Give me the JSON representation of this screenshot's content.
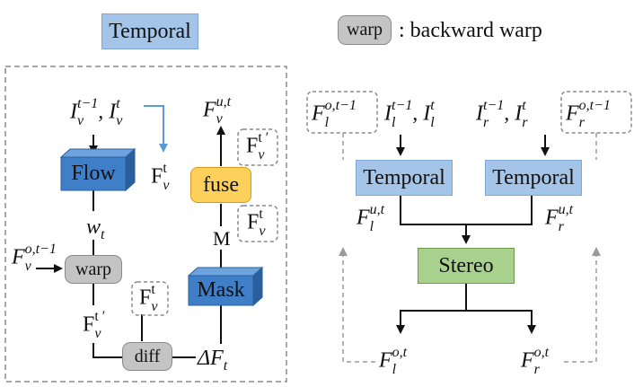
{
  "legend": {
    "temporal_title": "Temporal",
    "warp_key": "warp",
    "warp_desc": ": backward warp"
  },
  "left": {
    "flow": "Flow",
    "warp": "warp",
    "diff": "diff",
    "mask": "Mask",
    "fuse": "fuse",
    "m_label": "M",
    "wt": {
      "base": "w",
      "sub": "t"
    },
    "input_pair": {
      "a": "I",
      "a_sup": "t−1",
      "a_sub": "v",
      "sep": ",",
      "b": "I",
      "b_sup": "t",
      "b_sub": "v"
    },
    "fvt_upright": {
      "base": "F",
      "sup": "t",
      "sub": "v"
    },
    "fvot1": {
      "base": "F",
      "sup": "o,t−1",
      "sub": "v"
    },
    "fvtprime": {
      "base": "F",
      "sup": "t ′",
      "sub": "v"
    },
    "fvut": {
      "base": "F",
      "sup": "u,t",
      "sub": "v"
    },
    "delta_f": {
      "base": "ΔF",
      "sub": "t"
    },
    "dashed_fvtprime": {
      "base": "F",
      "sup": "t ′",
      "sub": "v"
    },
    "dashed_fvt_mid": {
      "base": "F",
      "sup": "t",
      "sub": "v"
    },
    "dashed_fvt_diff": {
      "base": "F",
      "sup": "t",
      "sub": "v"
    }
  },
  "right": {
    "temporal_left": "Temporal",
    "temporal_right": "Temporal",
    "stereo": "Stereo",
    "flot1": {
      "base": "F",
      "sup": "o,t−1",
      "sub": "l"
    },
    "frot1": {
      "base": "F",
      "sup": "o,t−1",
      "sub": "r"
    },
    "il_pair": {
      "a": "I",
      "a_sup": "t−1",
      "a_sub": "l",
      "sep": ",",
      "b": "I",
      "b_sup": "t",
      "b_sub": "l"
    },
    "ir_pair": {
      "a": "I",
      "a_sup": "t−1",
      "a_sub": "r",
      "sep": ",",
      "b": "I",
      "b_sup": "t",
      "b_sub": "r"
    },
    "flut": {
      "base": "F",
      "sup": "u,t",
      "sub": "l"
    },
    "frut": {
      "base": "F",
      "sup": "u,t",
      "sub": "r"
    },
    "flot": {
      "base": "F",
      "sup": "o,t",
      "sub": "l"
    },
    "frot": {
      "base": "F",
      "sup": "o,t",
      "sub": "r"
    }
  },
  "colors": {
    "temporal_fill": "#a4c4e8",
    "temporal_border": "#7ea6d6",
    "flow_fill": "#3f7fc7",
    "flow_top": "#6fa3dd",
    "flow_side": "#2a5f9e",
    "fuse_fill": "#fdd05c",
    "fuse_border": "#d89a1c",
    "warp_fill": "#c4c4c4",
    "warp_border": "#8a8a8a",
    "stereo_fill": "#a9d18e",
    "stereo_border": "#6a9a4a",
    "feedback_arrow": "#9a9a9a",
    "input_arrow": "#5a9bd5"
  }
}
